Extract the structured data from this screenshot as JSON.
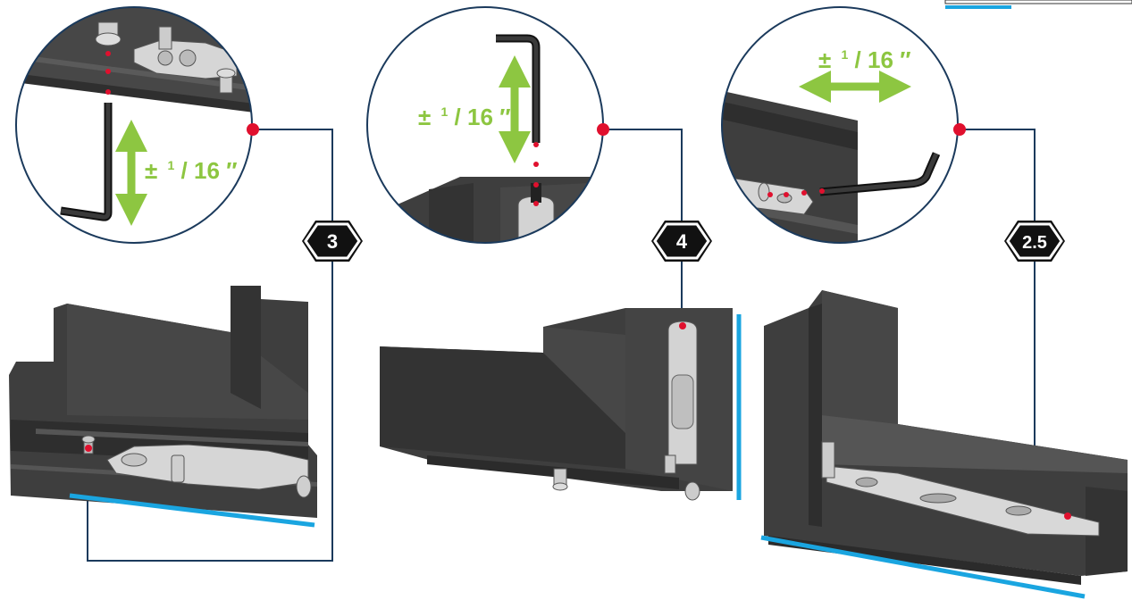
{
  "colors": {
    "profile_dark": "#3b3b3b",
    "profile_mid": "#4a4a4a",
    "profile_light": "#5a5a5a",
    "hardware_silver": "#d8d8d8",
    "callout_line": "#1b3a5c",
    "adjust_arrow": "#8dc641",
    "marker_red": "#e0102e",
    "reference_blue": "#1aa5e0"
  },
  "steps": [
    {
      "tool_size": "3",
      "adjustment": {
        "sign": "±",
        "num": "1",
        "den": "16",
        "unit": "″"
      },
      "direction": "vertical",
      "tool_icon": "hex-key-icon"
    },
    {
      "tool_size": "4",
      "adjustment": {
        "sign": "±",
        "num": "1",
        "den": "16",
        "unit": "″"
      },
      "direction": "vertical",
      "tool_icon": "hex-key-icon"
    },
    {
      "tool_size": "2.5",
      "adjustment": {
        "sign": "±",
        "num": "1",
        "den": "16",
        "unit": "″"
      },
      "direction": "horizontal",
      "tool_icon": "hex-key-icon"
    }
  ]
}
